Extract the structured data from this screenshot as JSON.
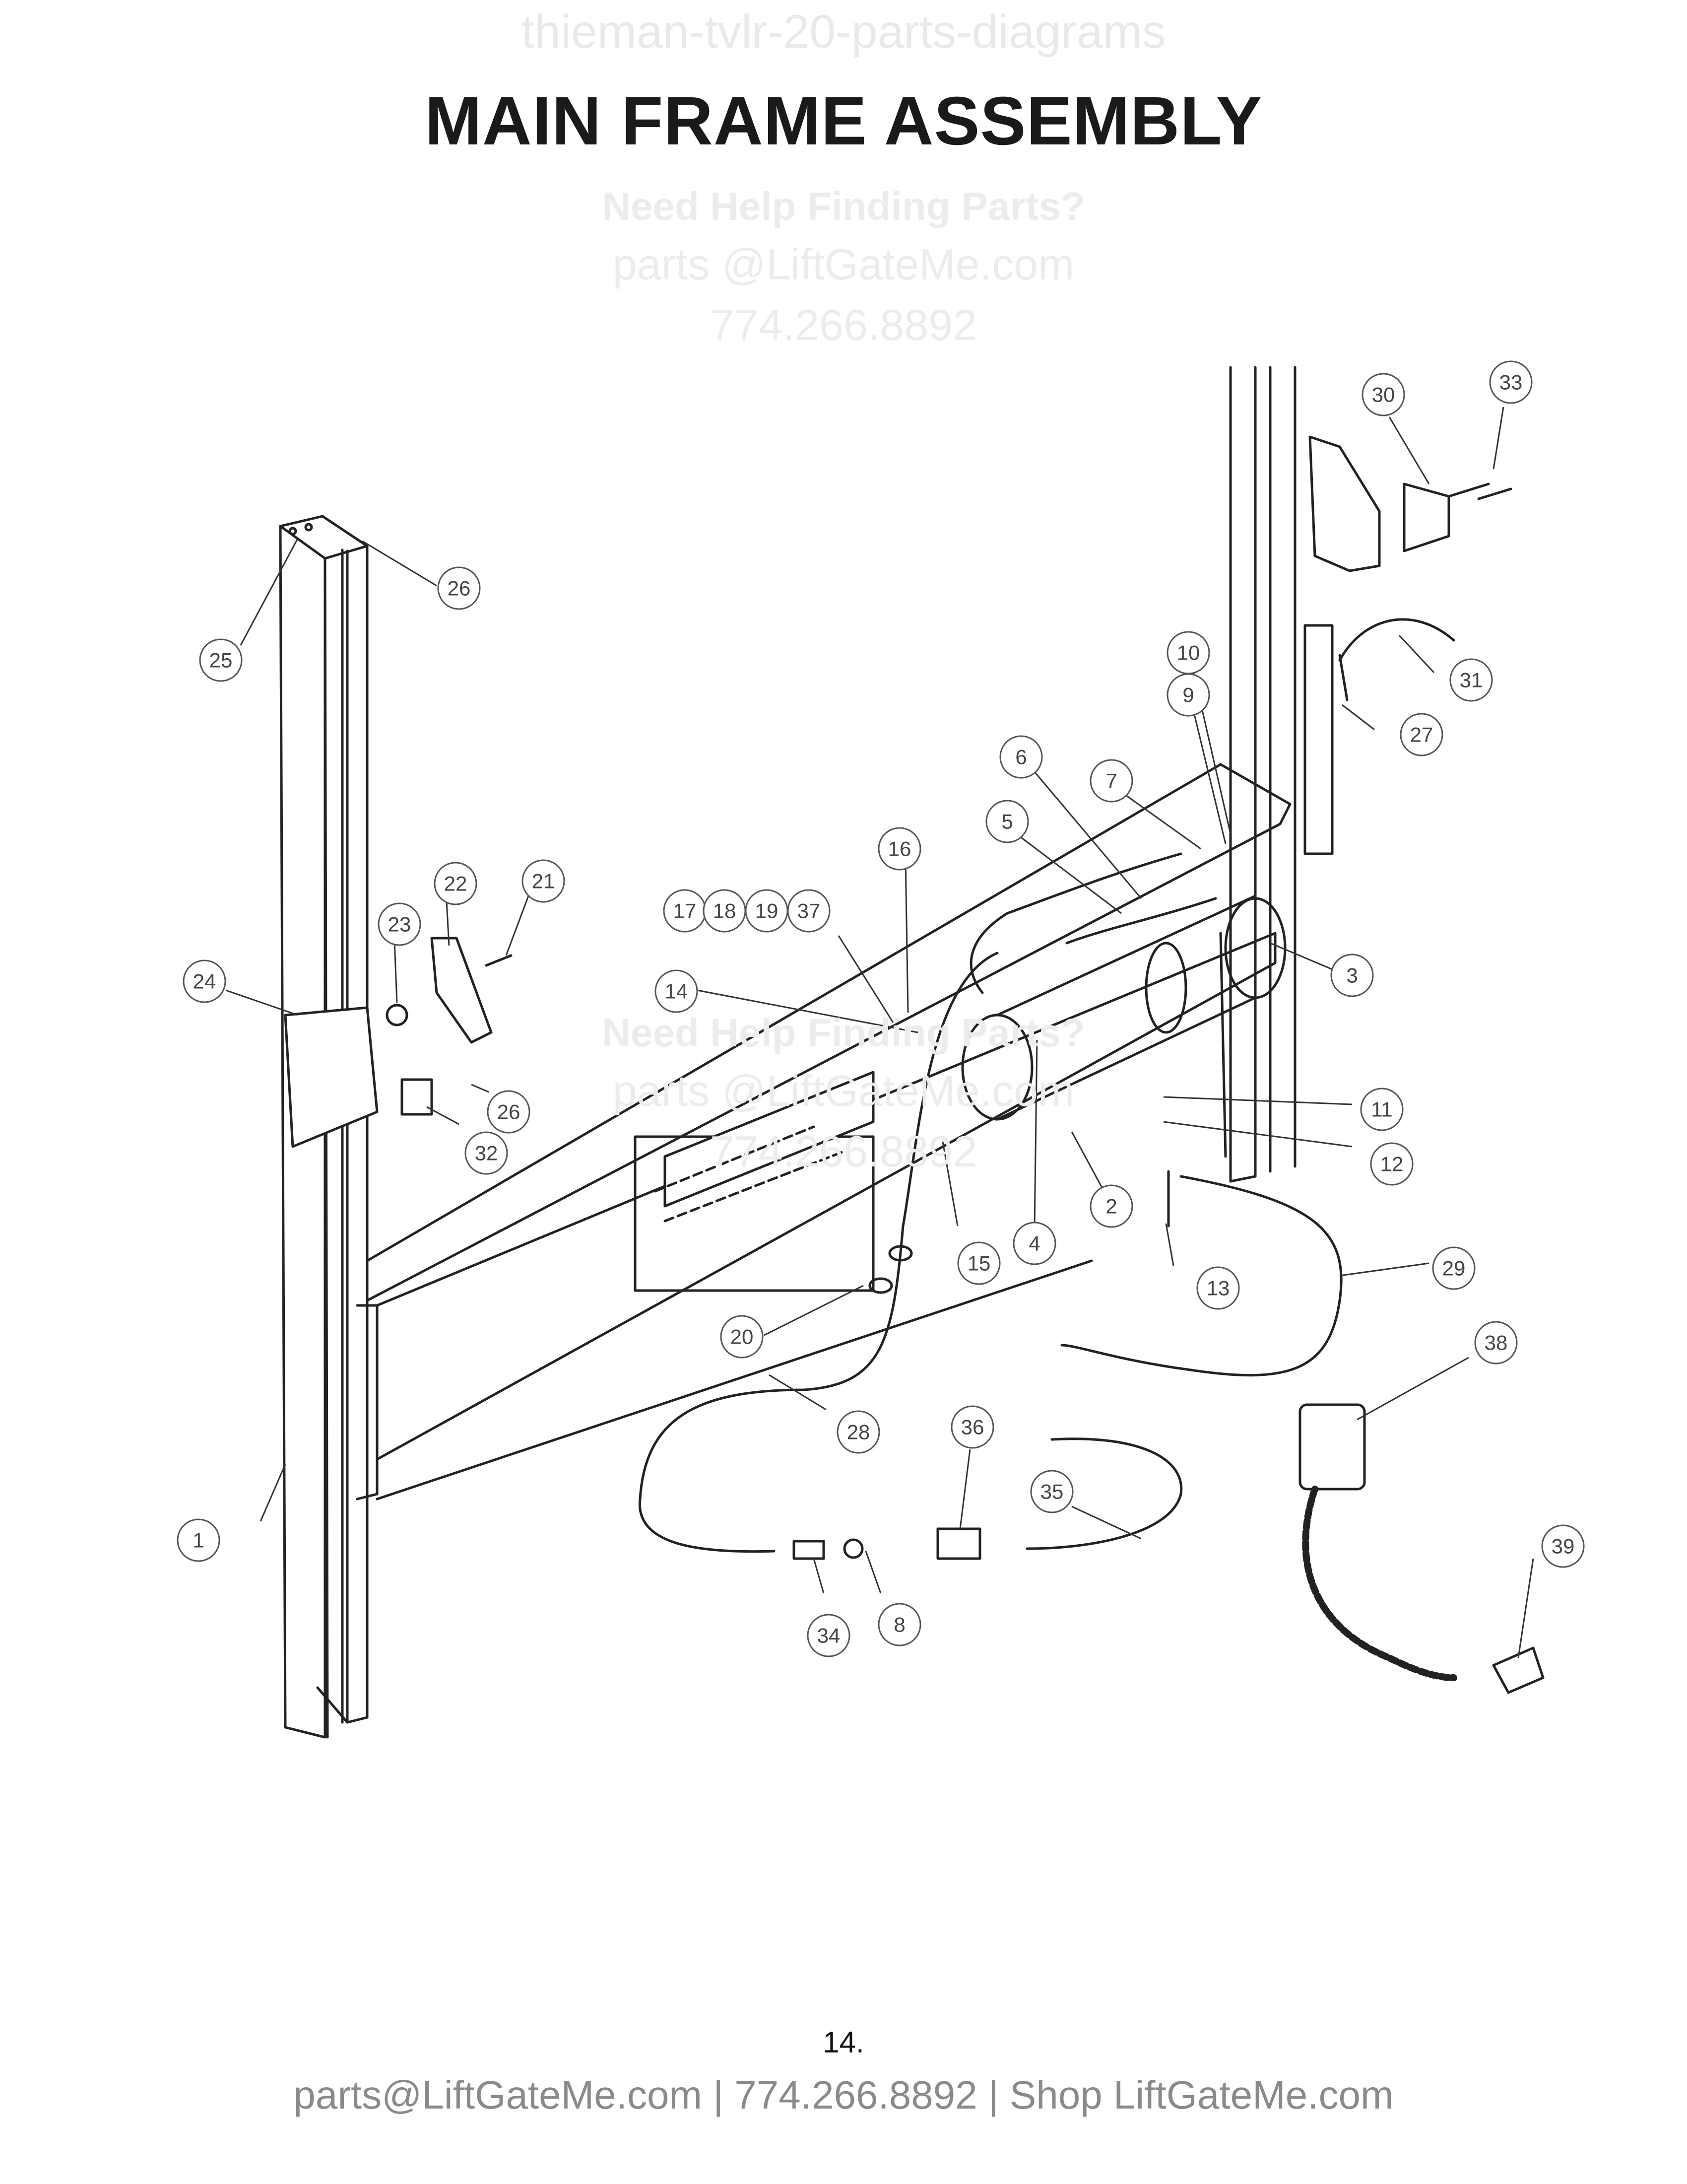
{
  "watermark_top": "thieman-tvlr-20-parts-diagrams",
  "title": "MAIN FRAME ASSEMBLY",
  "watermark_help": {
    "heading": "Need Help Finding Parts?",
    "email": "parts @LiftGateMe.com",
    "phone": "774.266.8892"
  },
  "callouts": [
    "1",
    "2",
    "3",
    "4",
    "5",
    "6",
    "7",
    "8",
    "8",
    "9",
    "10",
    "11",
    "12",
    "13",
    "14",
    "15",
    "16",
    "17",
    "18",
    "19",
    "37",
    "20",
    "21",
    "22",
    "23",
    "24",
    "25",
    "26",
    "26",
    "27",
    "28",
    "29",
    "30",
    "31",
    "32",
    "33",
    "34",
    "35",
    "36",
    "38",
    "39"
  ],
  "page_number": "14.",
  "footer": "parts@LiftGateMe.com | 774.266.8892 | Shop LiftGateMe.com"
}
